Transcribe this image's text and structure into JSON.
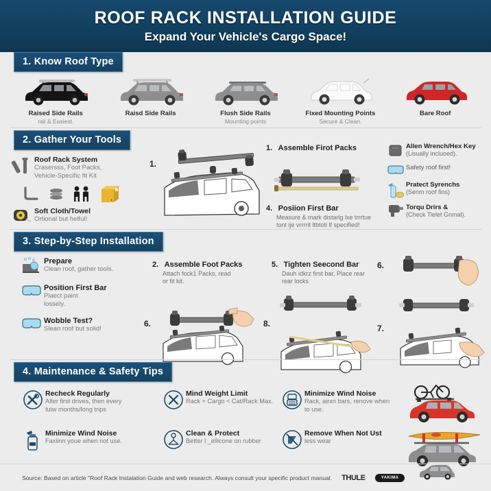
{
  "header": {
    "title": "ROOF RACK INSTALLATION GUIDE",
    "subtitle": "Expand Your Vehicle's Cargo Space!"
  },
  "section1": {
    "banner": "1. Know Roof Type",
    "roof_types": [
      {
        "name": "Raised Side Rails",
        "sub": "rail & Easiest.",
        "color": "#1d1d1d"
      },
      {
        "name": "Raisd Side Rails",
        "sub": "",
        "color": "#8a8a8a"
      },
      {
        "name": "Flush Side Rails",
        "sub": "Mounting points",
        "color": "#8a8a8a"
      },
      {
        "name": "Fixed Mounting Points",
        "sub": "Secure & Clean.",
        "color": "#f2f2f2"
      },
      {
        "name": "Bare Roof",
        "sub": "",
        "color": "#cf2222"
      }
    ]
  },
  "section2": {
    "banner": "2. Gather Your Tools",
    "tools": [
      {
        "icon": "rack-bars-icon",
        "title": "Roof Rack System",
        "sub": "Crasersss, Foot Packs,\nVehicle-Specific fit Kit"
      },
      {
        "icon": "tape-measure-icon",
        "title": "Soft Cloth/Towel",
        "sub": "Ortional but helful!"
      }
    ],
    "misc_icons": [
      "allen-key-icon",
      "cloth-stack-icon",
      "two-people-icon",
      "parts-box-icon"
    ],
    "steps": [
      {
        "num": "1.",
        "title": "Assemble Firot Packs",
        "sub": ""
      },
      {
        "num": "4.",
        "title": "Posiion First Bar",
        "sub": "Measure & mark distarlg lxe trrrtue\ntont ije vrrrrit ltbtoti lf specified!"
      }
    ],
    "checklist": [
      {
        "icon": "allen-wrench-icon",
        "title": "Allen Wrench/Hex Key",
        "sub": "(Lisually incluoed)."
      },
      {
        "icon": "safety-goggles-icon",
        "title": "",
        "sub": "Safety roof first!"
      },
      {
        "icon": "spray-bottle-icon",
        "title": "Pratect Syrenchs",
        "sub": "(Senm roof fins)"
      },
      {
        "icon": "torque-driver-icon",
        "title": "Torqu Drirs &",
        "sub": "(Check Tielet Gnmal)."
      }
    ]
  },
  "section3": {
    "banner": "3. Step-by-Step Installation",
    "left_items": [
      {
        "icon": "cleaning-sponge-icon",
        "title": "Prepare",
        "sub": "Clean roof, gather tools."
      },
      {
        "icon": "goggles-icon",
        "title": "Position First Bar",
        "sub": "Plaect paint\nlossely."
      },
      {
        "icon": "goggles-icon",
        "title": "Wobble Test?",
        "sub": "Slean roof but solid!"
      }
    ],
    "steps": [
      {
        "num": "2.",
        "title": "Assemble Foot Packs",
        "sub": "Attach fock1 Packs, read\nor fit kit."
      },
      {
        "num": "6.",
        "title": "",
        "sub": ""
      },
      {
        "num": "5.",
        "title": "Tighten Seecond Bar",
        "sub": "Dauh idkrz first bar, Place rear\nrear locks"
      },
      {
        "num": "8.",
        "title": "",
        "sub": ""
      },
      {
        "num": "6.",
        "title": "",
        "sub": ""
      },
      {
        "num": "7.",
        "title": "",
        "sub": ""
      }
    ]
  },
  "section4": {
    "banner": "4. Maintenance & Safety Tips",
    "tips": [
      {
        "icon": "tools-circle-icon",
        "title": "Recheck Regularly",
        "sub": "Alter first drives, then every\nfuiw months/long trips"
      },
      {
        "icon": "weight-limit-icon",
        "title": "Mind Weight Limit",
        "sub": "Rack + Cargo < Cat/Rack Max."
      },
      {
        "icon": "wind-noise-icon",
        "title": "Minimize Wind Noise",
        "sub": "Rack, aexn bars, renove when\nto use."
      },
      {
        "icon": "spray-bottle-icon",
        "title": "Minimize Wind Noise",
        "sub": "Faxiinn youe when not use."
      },
      {
        "icon": "clean-protect-icon",
        "title": "Clean & Protect",
        "sub": "Better l _ellicone on rubber"
      },
      {
        "icon": "remove-rack-icon",
        "title": "Remove When Not Ust",
        "sub": "less wear"
      }
    ],
    "gallery": [
      "red-car-with-bike",
      "grey-car-with-kayak"
    ]
  },
  "footer": {
    "source": "Source: Based on article \"Roof Rack Instalation Guide and web research. Always consult your specific product manual.",
    "logo1": "THULE",
    "logo2": "YAKIMA"
  },
  "colors": {
    "header_blue": "#123f5e",
    "banner_blue": "#1b5079",
    "accent_red": "#cf2222",
    "accent_yellow": "#e8b63a",
    "icon_blue": "#9fd3ea",
    "page_bg": "#ececec"
  }
}
